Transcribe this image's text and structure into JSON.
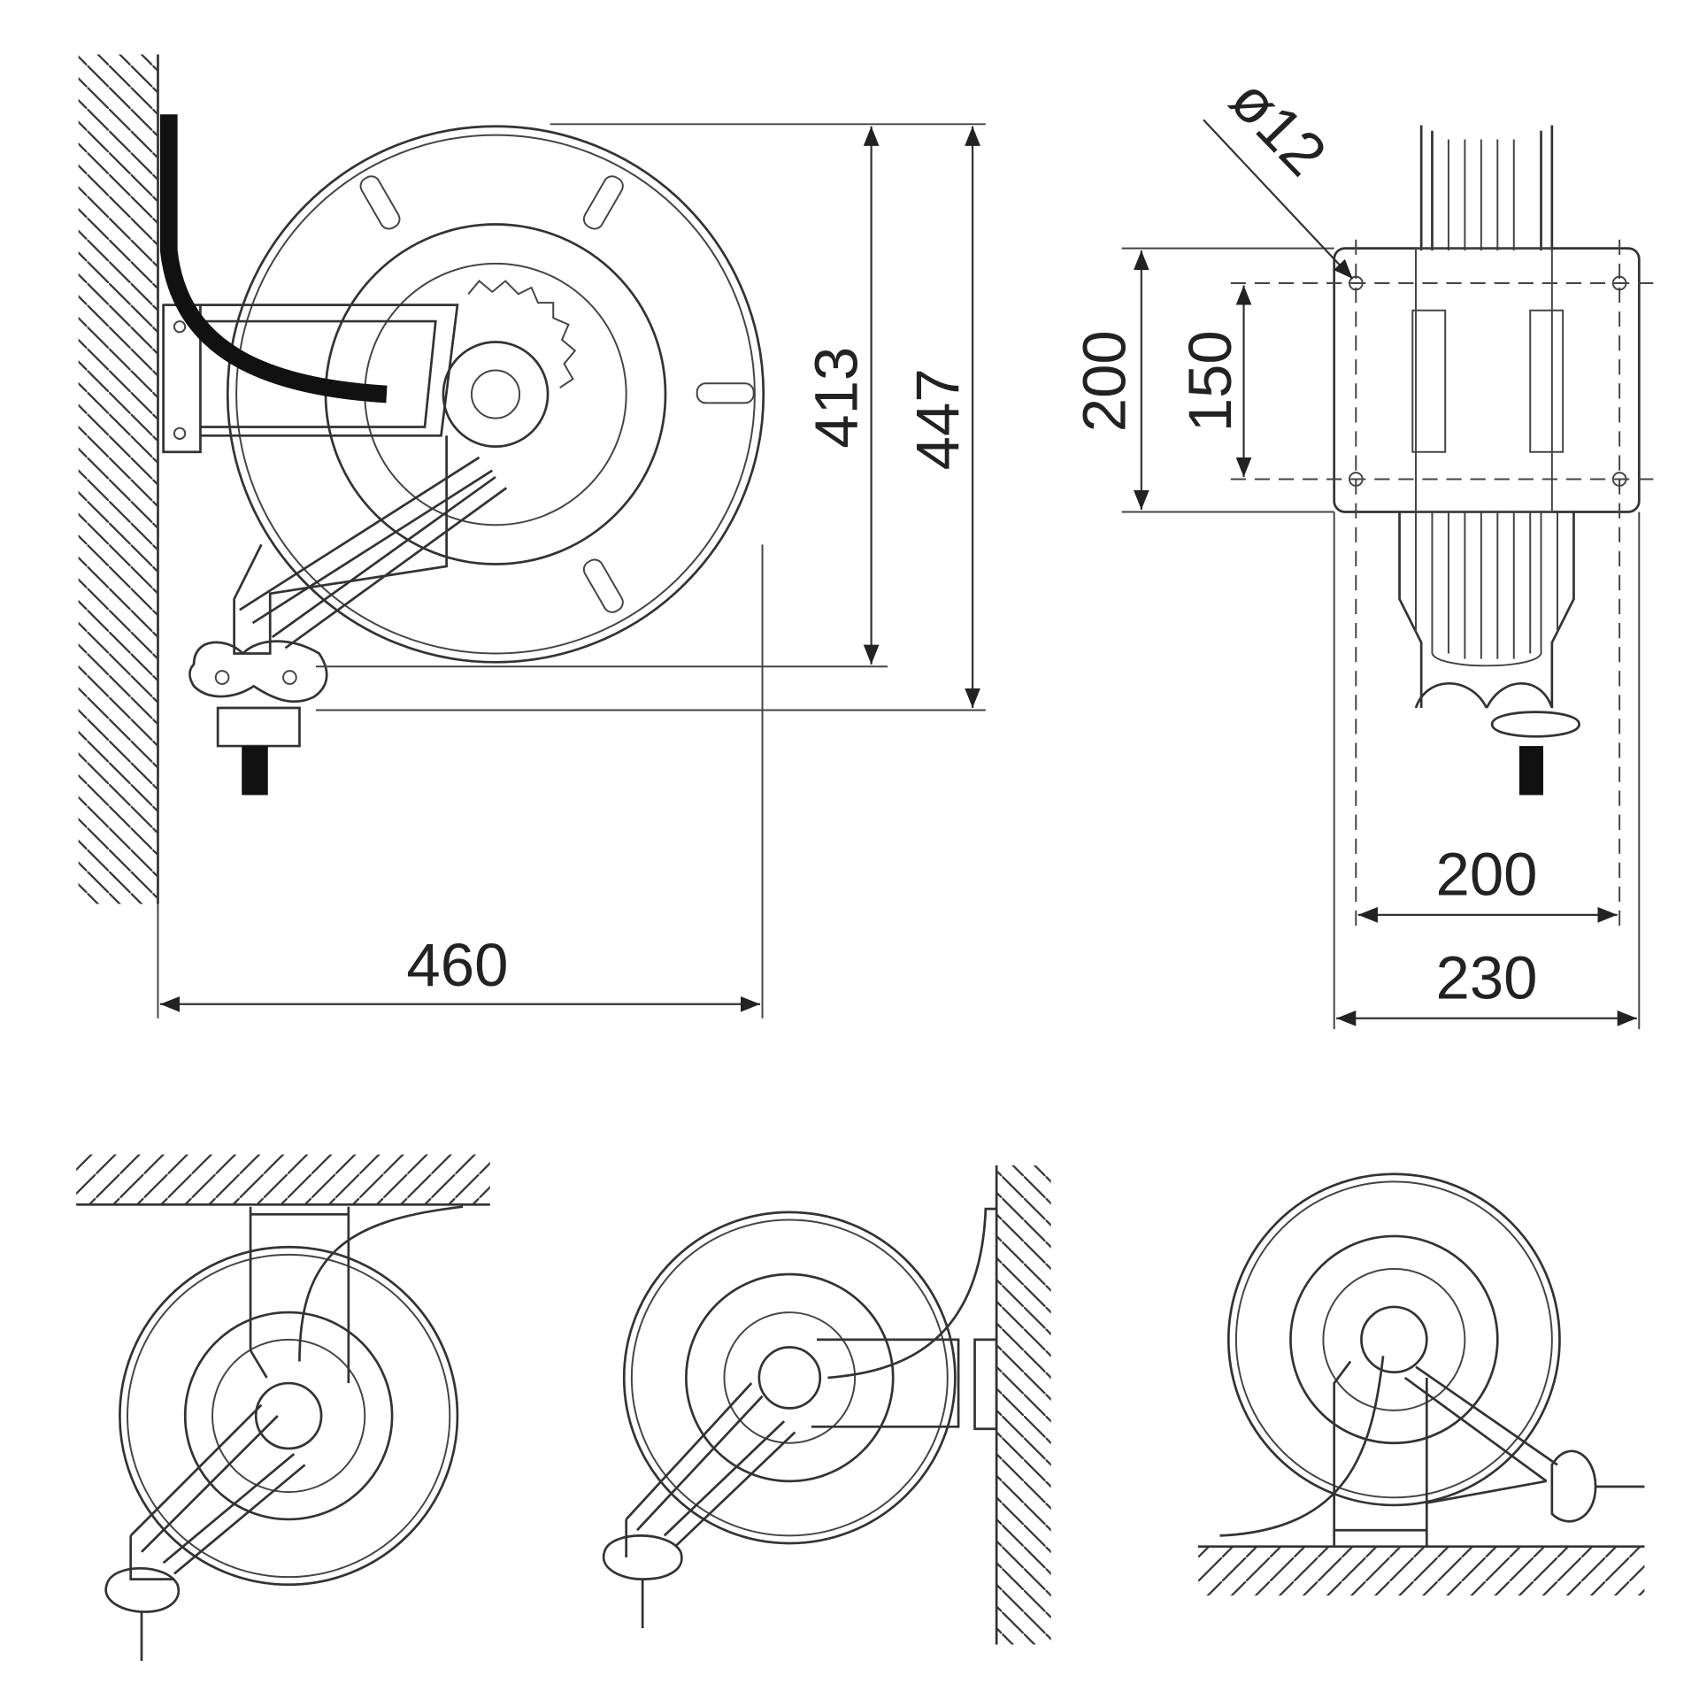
{
  "title": "Hose reel dimension drawing",
  "side_view": {
    "dim_height_inner": "413",
    "dim_height_outer": "447",
    "dim_width": "460"
  },
  "front_view": {
    "hole_diameter": "ø12",
    "dim_plate_height": "200",
    "dim_hole_spacing_vertical": "150",
    "dim_hole_spacing_horizontal": "200",
    "dim_plate_width": "230"
  },
  "mounting_options": [
    "ceiling",
    "wall",
    "floor"
  ]
}
